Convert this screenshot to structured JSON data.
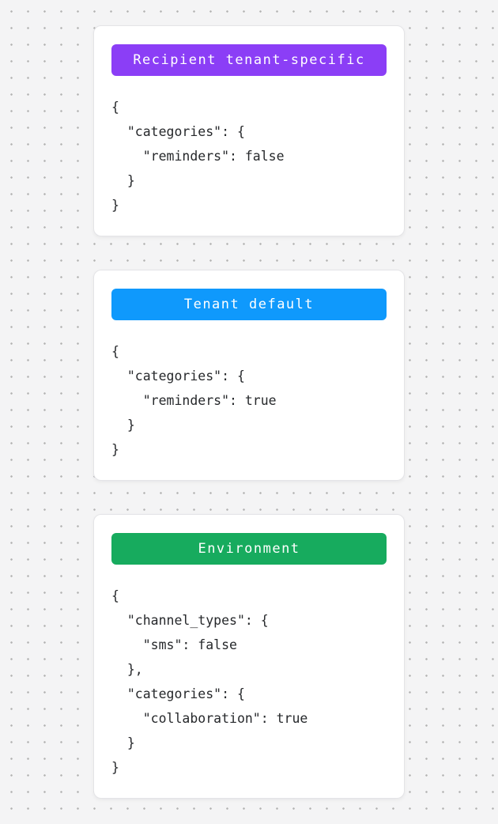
{
  "canvas": {
    "background_color": "#f4f4f5",
    "dot_color": "#b3b3b3"
  },
  "cards": [
    {
      "badge": {
        "label": "Recipient tenant-specific",
        "color": "#8b3ef6"
      },
      "code": "{\n  \"categories\": {\n    \"reminders\": false\n  }\n}"
    },
    {
      "badge": {
        "label": "Tenant default",
        "color": "#0f99fc"
      },
      "code": "{\n  \"categories\": {\n    \"reminders\": true\n  }\n}"
    },
    {
      "badge": {
        "label": "Environment",
        "color": "#17ab5e"
      },
      "code": "{\n  \"channel_types\": {\n    \"sms\": false\n  },\n  \"categories\": {\n    \"collaboration\": true\n  }\n}"
    }
  ]
}
